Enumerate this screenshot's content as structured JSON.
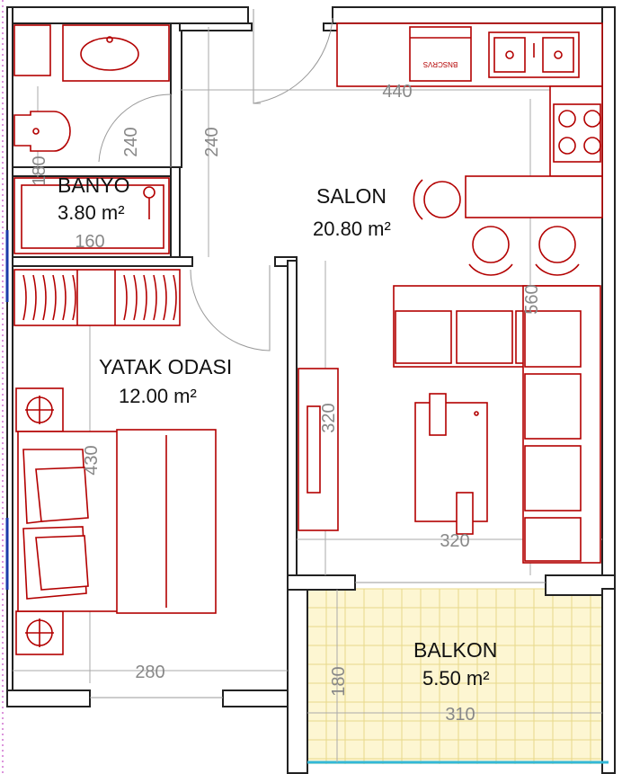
{
  "rooms": {
    "banyo": {
      "name": "BANYO",
      "area": "3.80 m²"
    },
    "salon": {
      "name": "SALON",
      "area": "20.80 m²"
    },
    "yatak": {
      "name": "YATAK ODASI",
      "area": "12.00 m²"
    },
    "balkon": {
      "name": "BALKON",
      "area": "5.50 m²"
    }
  },
  "dimensions": {
    "d440": "440",
    "d240_door": "240",
    "d240_hall": "240",
    "d180_banyo": "180",
    "d160": "160",
    "d560": "560",
    "d320_v": "320",
    "d320_h": "320",
    "d430": "430",
    "d280": "280",
    "d180_balkon": "180",
    "d310": "310"
  },
  "appliance_label": "BNSCRVS",
  "colors": {
    "furniture": "#b30000",
    "balcony_tile": "#fdf6d2",
    "window_blue": "#1a3aa8"
  }
}
